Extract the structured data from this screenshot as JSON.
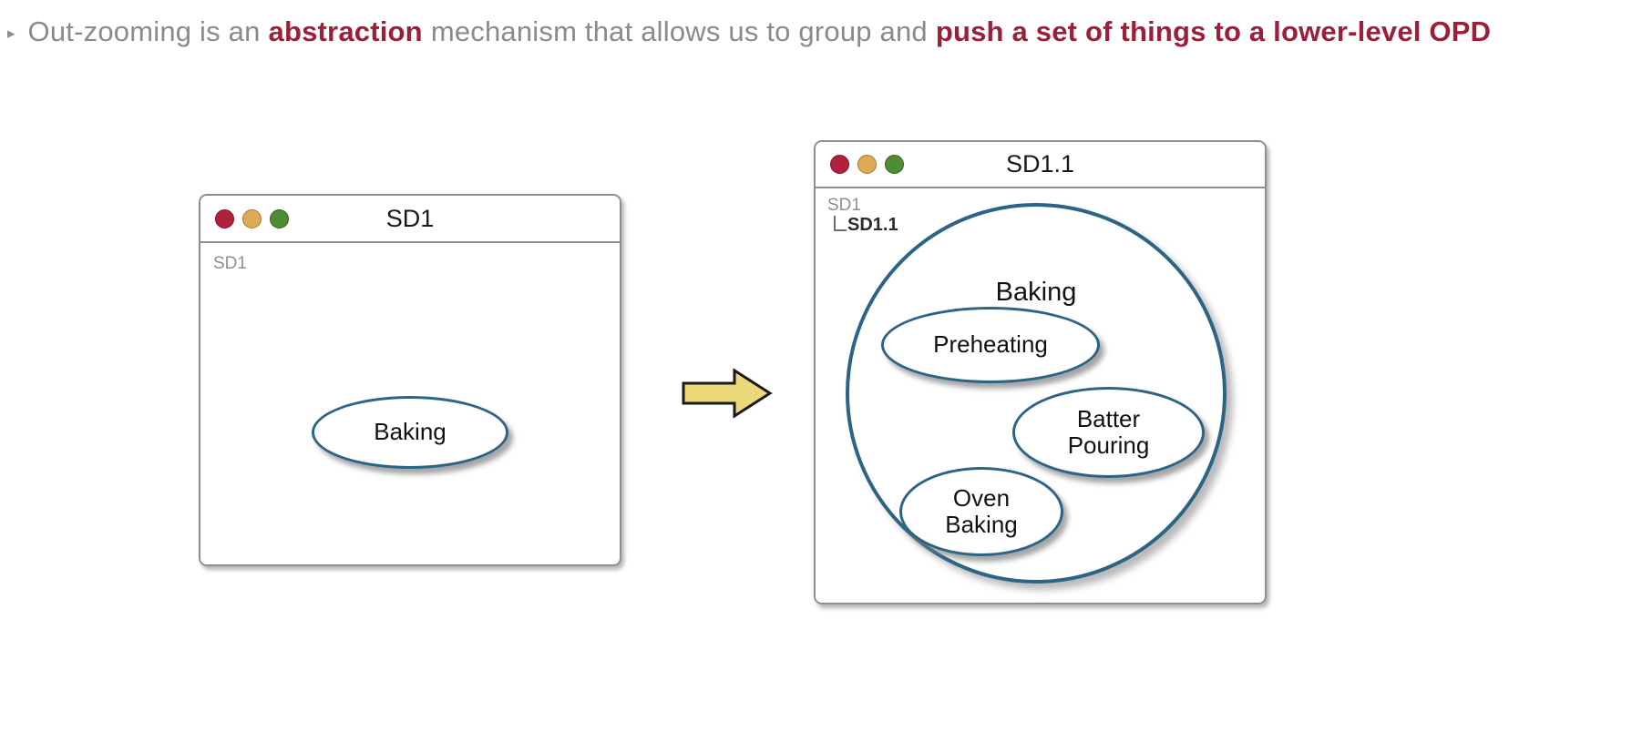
{
  "bullet": {
    "marker": "▸",
    "segments": [
      {
        "text": "Out-zooming is an",
        "accent": false
      },
      {
        "text": "abstraction",
        "accent": true
      },
      {
        "text": "mechanism that allows us to group and",
        "accent": false
      },
      {
        "text": "push a set of things to a lower-level OPD",
        "accent": true
      }
    ]
  },
  "colors": {
    "accent_red": "#9c1f38",
    "body_gray": "#8a8a8a",
    "shape_stroke": "#2b6485",
    "window_border": "#8e8e8e",
    "arrow_fill": "#ecd97a",
    "arrow_stroke": "#1a1a1a",
    "light_red": "#b3203c",
    "light_amber": "#ddab55",
    "light_green": "#4f8c33"
  },
  "left_window": {
    "name": "sd1-window",
    "title": "SD1",
    "traffic_lights": [
      "close-light",
      "minimize-light",
      "maximize-light"
    ],
    "breadcrumb": {
      "root": "SD1"
    },
    "shapes": [
      {
        "label": "Baking",
        "type": "ellipse"
      }
    ]
  },
  "arrow": {
    "icon": "right-block-arrow-icon",
    "direction": "right"
  },
  "right_window": {
    "name": "sd1-1-window",
    "title": "SD1.1",
    "traffic_lights": [
      "close-light",
      "minimize-light",
      "maximize-light"
    ],
    "breadcrumb": {
      "root": "SD1",
      "child": "SD1.1"
    },
    "container": {
      "label": "Baking",
      "type": "circle"
    },
    "shapes": [
      {
        "label": "Preheating",
        "type": "ellipse"
      },
      {
        "label": "Batter\nPouring",
        "line1": "Batter",
        "line2": "Pouring",
        "type": "ellipse"
      },
      {
        "label": "Oven\nBaking",
        "line1": "Oven",
        "line2": "Baking",
        "type": "ellipse"
      }
    ]
  }
}
